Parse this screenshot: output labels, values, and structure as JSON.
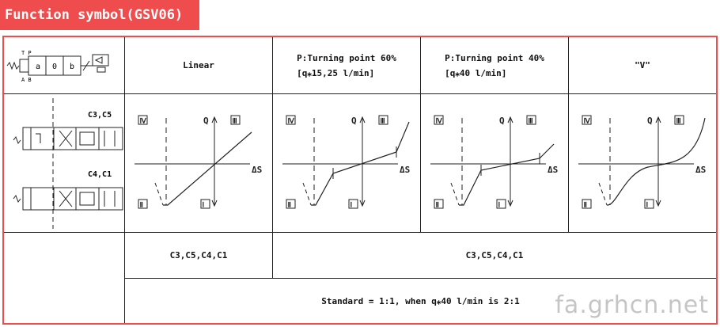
{
  "title": "Function symbol(GSV06)",
  "symbol_header": {
    "a": "a",
    "zero": "0",
    "b": "b"
  },
  "columns": [
    {
      "line1": "Linear",
      "line2": ""
    },
    {
      "line1": "P:Turning point 60%",
      "line2": "[q⁎15,25 l/min]"
    },
    {
      "line1": "P:Turning point 40%",
      "line2": "[q⁎40 l/min]"
    },
    {
      "line1": "\"V\"",
      "line2": ""
    }
  ],
  "variants": {
    "top": "C3,C5",
    "bottom": "C4,C1"
  },
  "graph_labels": {
    "q": "Q",
    "ds": "ΔS",
    "roman_tl": "Ⅳ",
    "roman_tr": "Ⅲ",
    "roman_bl": "Ⅱ",
    "roman_br": "Ⅰ"
  },
  "row3": {
    "left": "C3,C5,C4,C1",
    "right": "C3,C5,C4,C1"
  },
  "footer": "Standard = 1:1, when q⁎40 l/min is 2:1",
  "watermark": "fa.grhcn.net",
  "colors": {
    "accent": "#ef4d4d",
    "line": "#222222"
  }
}
